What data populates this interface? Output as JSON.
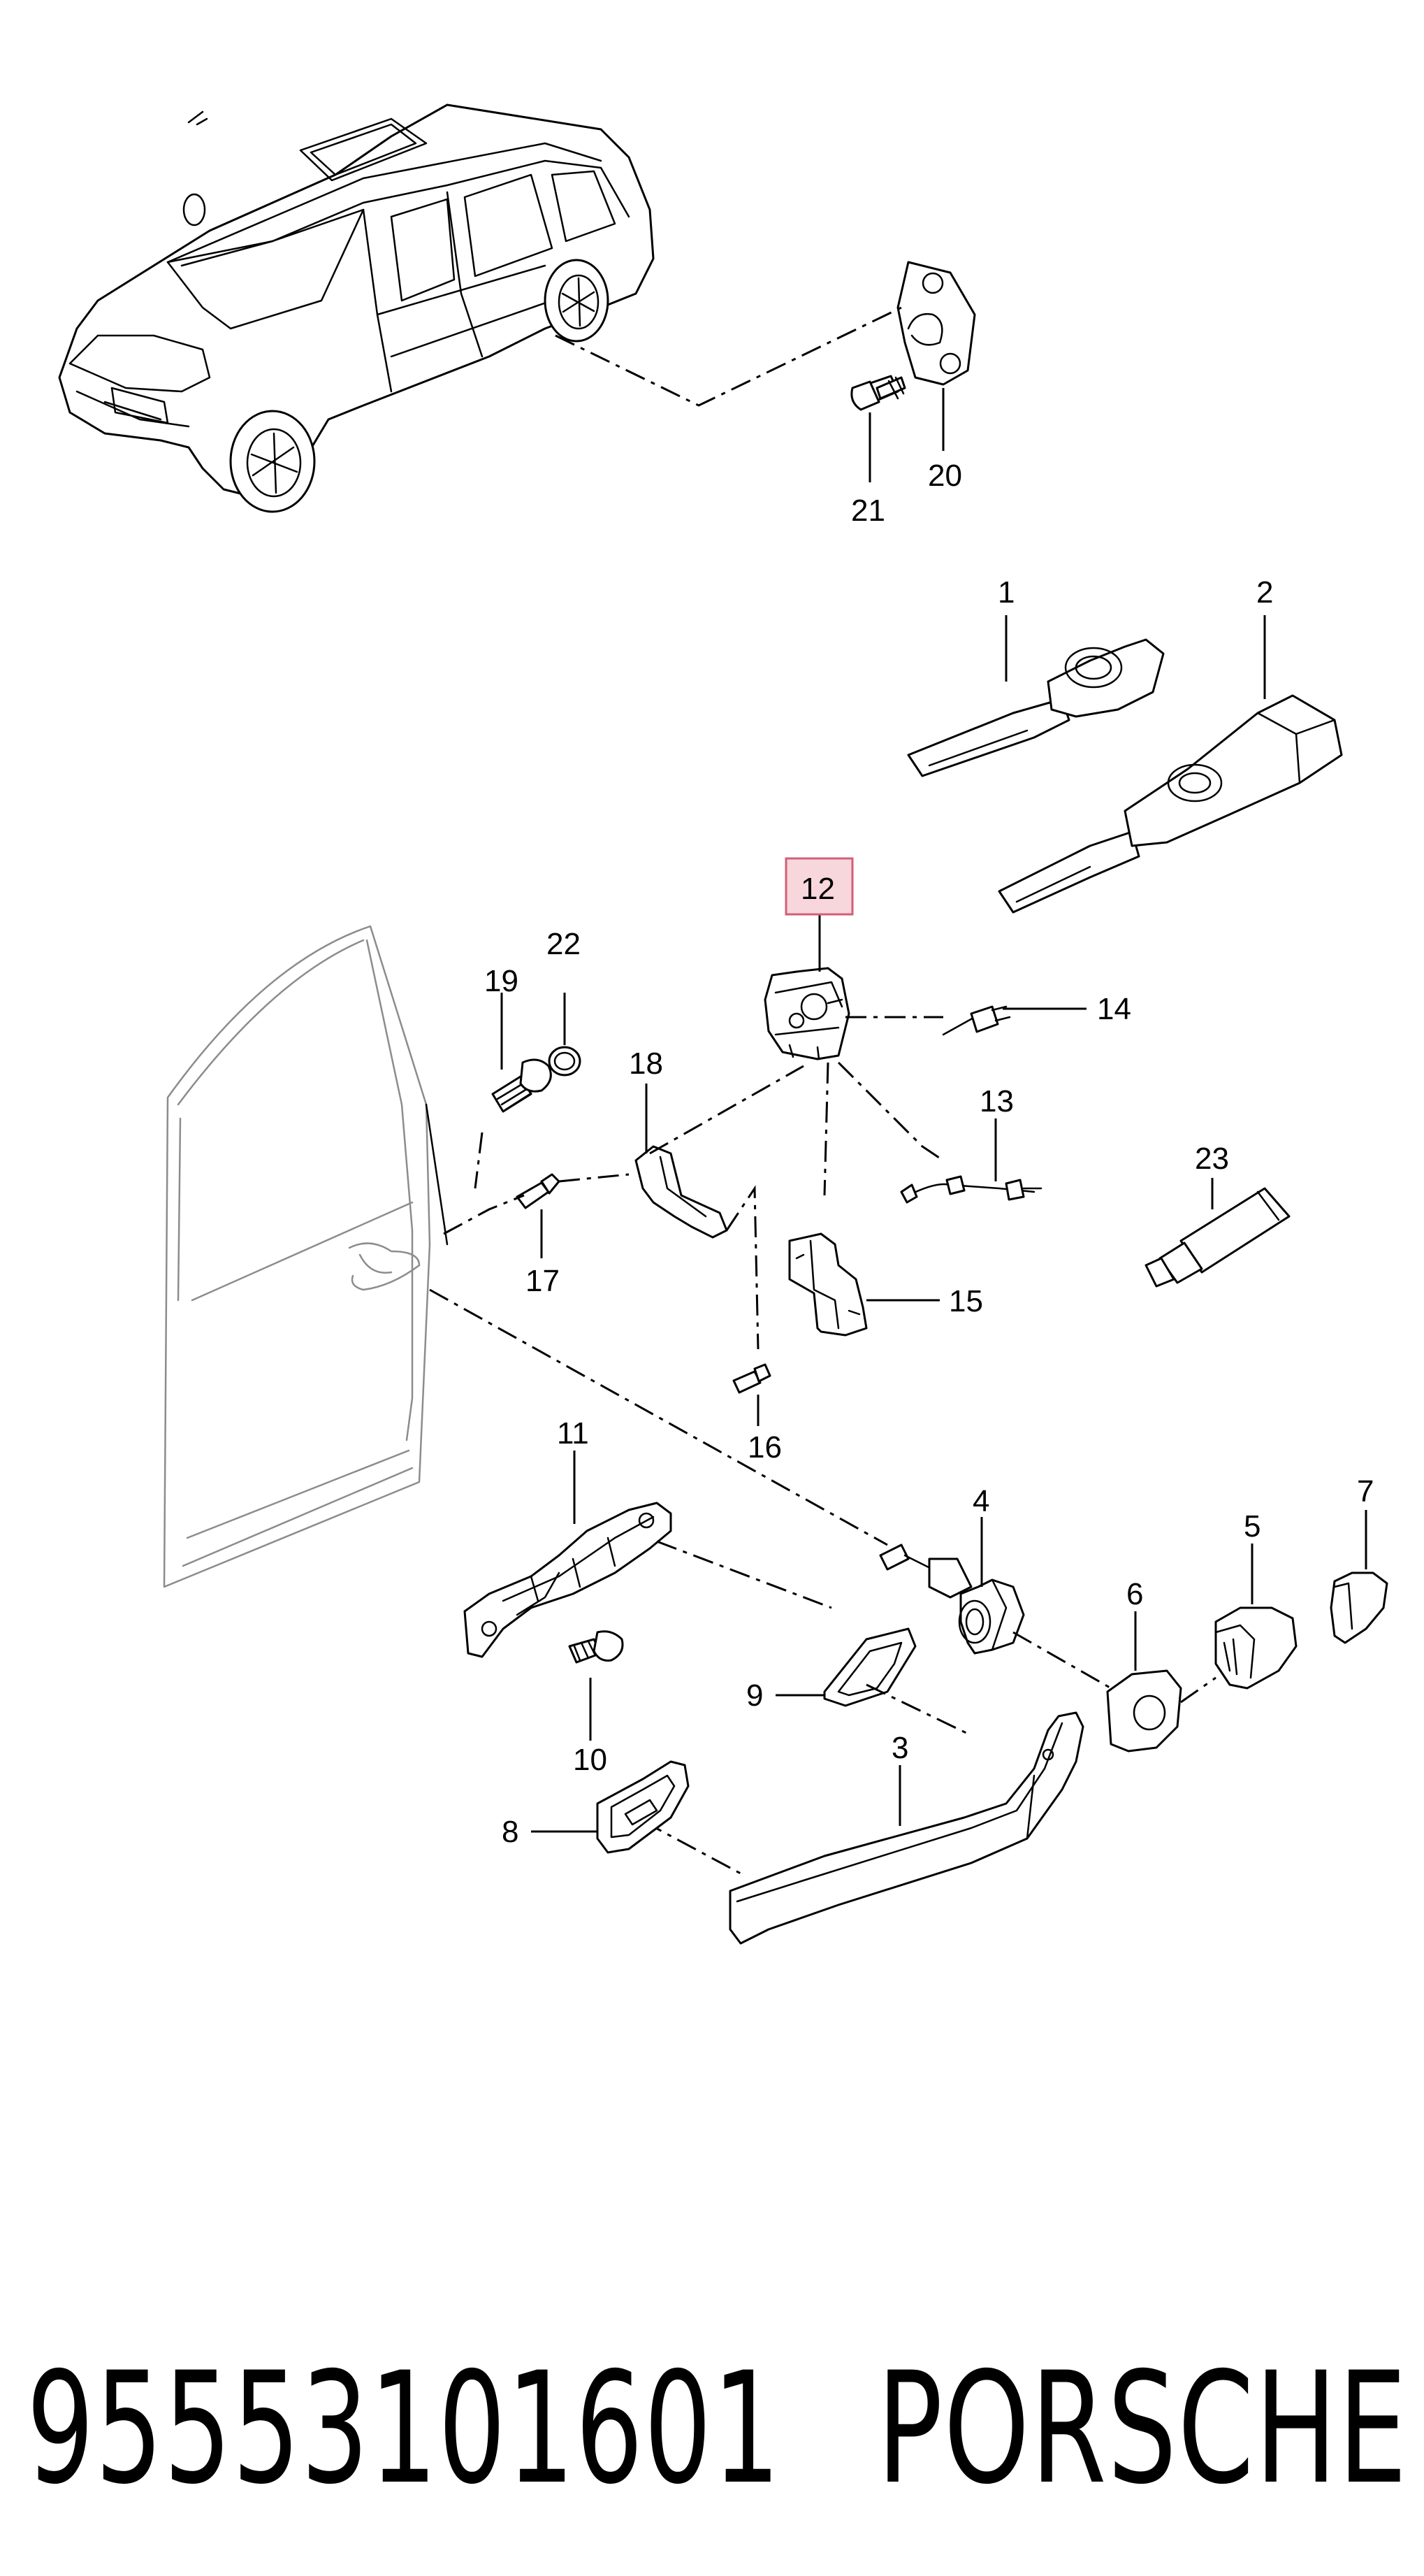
{
  "diagram": {
    "callouts": [
      "21",
      "20",
      "1",
      "2",
      "12",
      "22",
      "19",
      "18",
      "14",
      "13",
      "17",
      "23",
      "15",
      "16",
      "11",
      "4",
      "7",
      "5",
      "6",
      "9",
      "10",
      "3",
      "8"
    ],
    "highlighted_callout": "12",
    "highlight_color": "#f7d6dc",
    "highlight_border_color": "#d06077"
  },
  "footer": {
    "part_number": "95553101601",
    "brand": "PORSCHE"
  }
}
